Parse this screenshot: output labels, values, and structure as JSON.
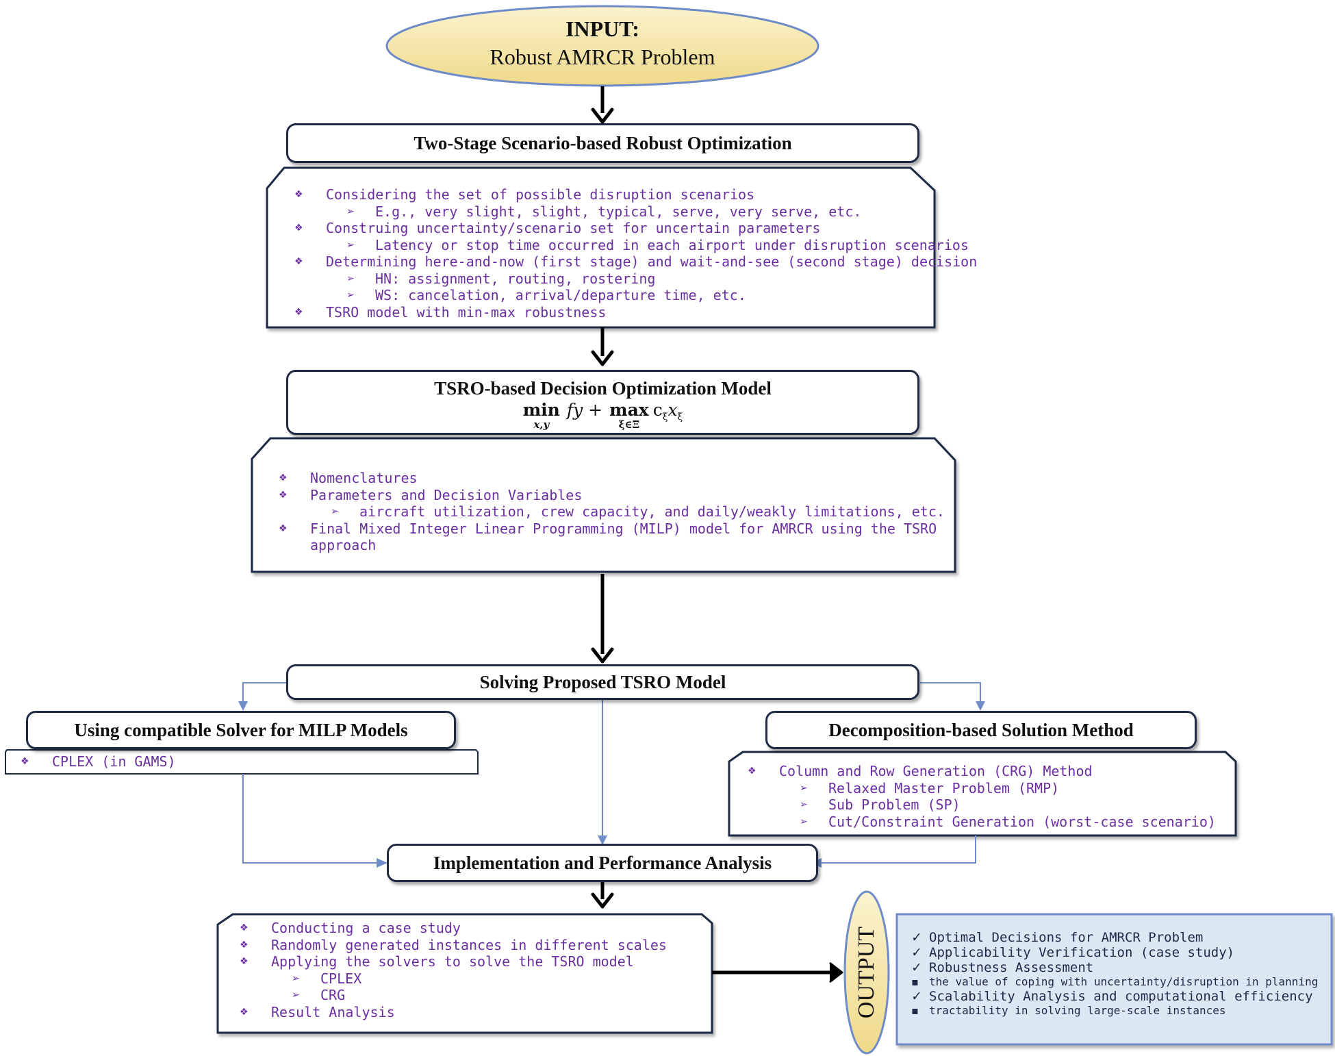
{
  "input": {
    "title": "INPUT:",
    "subtitle": "Robust AMRCR Problem"
  },
  "stage1": {
    "title": "Two-Stage Scenario-based Robust Optimization",
    "lines": [
      {
        "level": 1,
        "text": "Considering the set of possible disruption scenarios"
      },
      {
        "level": 2,
        "text": "E.g., very slight, slight, typical, serve, very serve, etc."
      },
      {
        "level": 1,
        "text": "Construing uncertainty/scenario set for uncertain parameters"
      },
      {
        "level": 2,
        "text": "Latency or stop time occurred in each airport under disruption scenarios"
      },
      {
        "level": 1,
        "text": "Determining here-and-now (first stage) and wait-and-see (second stage) decision"
      },
      {
        "level": 2,
        "text": "HN: assignment, routing, rostering"
      },
      {
        "level": 2,
        "text": "WS: cancelation, arrival/departure time, etc."
      },
      {
        "level": 1,
        "text": "TSRO model with min-max robustness"
      }
    ]
  },
  "stage2": {
    "title": "TSRO-based Decision Optimization Model",
    "formula": {
      "min": "min",
      "min_sub": "x,y",
      "fy": "fy +",
      "max": "max",
      "max_sub": "ξ∈Ξ",
      "tail": "c",
      "tail_sub": "ξ",
      "tail2": "x",
      "tail2_sub": "ξ"
    },
    "lines": [
      {
        "level": 1,
        "text": "Nomenclatures"
      },
      {
        "level": 1,
        "text": "Parameters and Decision Variables"
      },
      {
        "level": 2,
        "text": "aircraft utilization, crew capacity, and daily/weakly limitations, etc."
      },
      {
        "level": 1,
        "text": "Final Mixed Integer Linear Programming (MILP) model for AMRCR using the TSRO"
      },
      {
        "level": 0,
        "text": "approach"
      }
    ]
  },
  "solving": {
    "title": "Solving Proposed TSRO Model"
  },
  "solver": {
    "title": "Using compatible Solver for MILP Models",
    "item": "CPLEX (in GAMS)"
  },
  "decomp": {
    "title": "Decomposition-based Solution Method",
    "lines": [
      {
        "level": 1,
        "text": "Column and Row Generation (CRG) Method"
      },
      {
        "level": 2,
        "text": "Relaxed Master Problem (RMP)"
      },
      {
        "level": 2,
        "text": "Sub Problem  (SP)"
      },
      {
        "level": 2,
        "text": "Cut/Constraint Generation (worst-case scenario)"
      }
    ]
  },
  "impl": {
    "title": "Implementation and Performance Analysis",
    "lines": [
      {
        "level": 1,
        "text": "Conducting a case study"
      },
      {
        "level": 1,
        "text": "Randomly generated instances in different scales"
      },
      {
        "level": 1,
        "text": "Applying  the solvers to solve the TSRO model"
      },
      {
        "level": 2,
        "text": "CPLEX"
      },
      {
        "level": 2,
        "text": "CRG"
      },
      {
        "level": 1,
        "text": "Result Analysis"
      }
    ]
  },
  "output": {
    "label": "OUTPUT",
    "lines": [
      {
        "mark": "check",
        "text": "Optimal Decisions for AMRCR Problem"
      },
      {
        "mark": "check",
        "text": "Applicability Verification (case study)"
      },
      {
        "mark": "check",
        "text": "Robustness Assessment"
      },
      {
        "mark": "bullet",
        "text": "the value of coping with uncertainty/disruption in planning"
      },
      {
        "mark": "check",
        "text": "Scalability Analysis and computational efficiency"
      },
      {
        "mark": "bullet",
        "text": "tractability in solving large-scale instances"
      }
    ]
  },
  "colors": {
    "text_purple": "#6a2fa0",
    "box_border": "#1f2a44",
    "input_fill": "#f6e7a6",
    "output_panel": "#dde6f3",
    "thin_arrow": "#6f8cc8"
  }
}
